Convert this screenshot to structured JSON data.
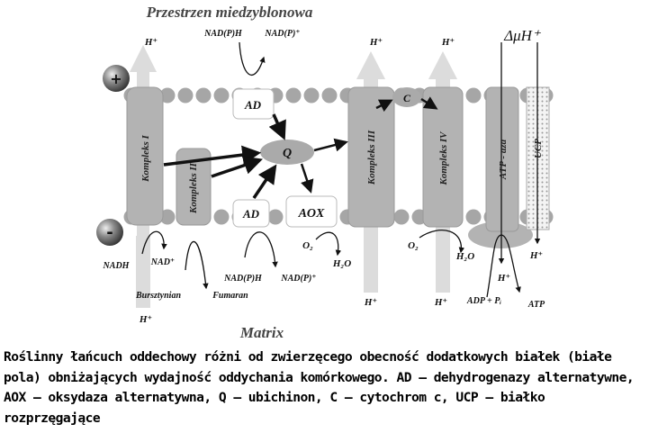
{
  "diagram": {
    "title_top": "Przestrzen miedzyblonowa",
    "title_bottom": "Matrix",
    "plus_sign": "+",
    "minus_sign": "-",
    "complex_1": "Kompleks I",
    "complex_2": "Kompleks II",
    "complex_3": "Kompleks III",
    "complex_4": "Kompleks IV",
    "atp_synthase": "ATP - aza",
    "ucp": "UCP",
    "ad_top": "AD",
    "ad_bottom": "AD",
    "aox": "AOX",
    "q": "Q",
    "c": "C",
    "delta_mu_h": "ΔμH⁺",
    "h_plus": "H⁺",
    "nadph_top": "NAD(P)H",
    "nadp_top": "NAD(P)⁺",
    "nadh": "NADH",
    "nad_plus": "NAD⁺",
    "bursztynian": "Bursztynian",
    "fumaran": "Fumaran",
    "nadph_bottom": "NAD(P)H",
    "nadp_bottom": "NAD(P)⁺",
    "o2_aox": "O₂",
    "h2o_aox": "H₂O",
    "o2_c4": "O₂",
    "h2o_c4": "H₂O",
    "adp_pi": "ADP + Pᵢ",
    "atp": "ATP"
  },
  "caption": "Roślinny łańcuch oddechowy różni od zwierzęcego obecność dodatkowych białek (białe pola) obniżających wydajność oddychania komórkowego. AD – dehydrogenazy alternatywne, AOX – oksydaza alternatywna, Q – ubichinon, C – cytochrom c, UCP – białko rozprzęgające",
  "colors": {
    "membrane_bead": "#a6a6a6",
    "complex_fill": "#b3b3b3",
    "arrow_light": "#dcdcdc",
    "ion_sphere": "#555555"
  }
}
